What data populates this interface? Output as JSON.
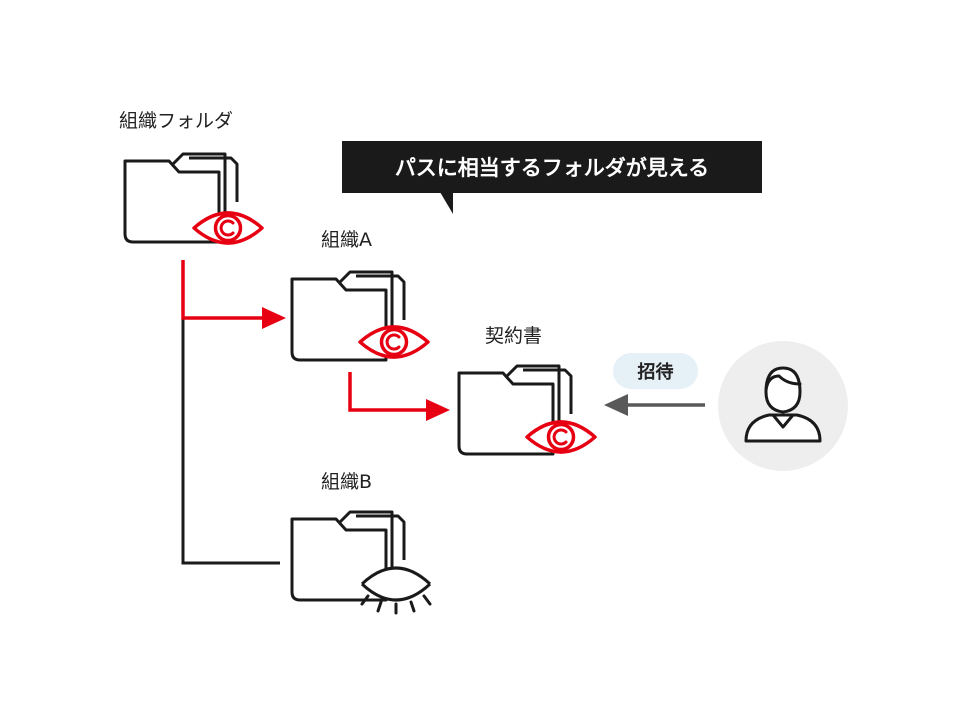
{
  "labels": {
    "org_folder": "組織フォルダ",
    "org_a": "組織A",
    "contract": "契約書",
    "org_b": "組織B"
  },
  "callout": "パスに相当するフォルダが見える",
  "invite": "招待",
  "colors": {
    "accent_red": "#e60012",
    "line_dark": "#1a1a1a",
    "arrow_gray": "#595959",
    "user_bg": "#eeeeee",
    "invite_bg": "#e6f0f7"
  },
  "icons": [
    "folder-icon",
    "eye-open-icon",
    "eye-closed-icon",
    "user-avatar-icon",
    "arrow-icon"
  ]
}
